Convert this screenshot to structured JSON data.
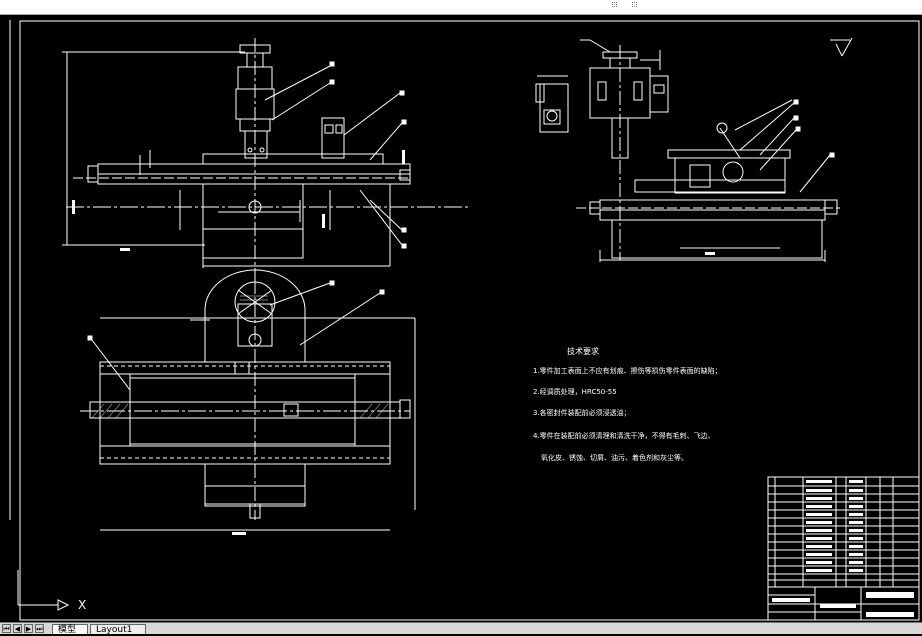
{
  "tabs": [
    {
      "label": "模型",
      "active": true
    },
    {
      "label": "Layout1",
      "active": false
    }
  ],
  "ucs": {
    "x_label": "X"
  },
  "drawing": {
    "tech_requirements": {
      "title": "技术要求",
      "lines": [
        "1.零件加工表面上不应有划痕、擦伤等损伤零件表面的缺陷；",
        "2.经调质处理，HRC50-55",
        "3.各密封件装配前必须浸透油；",
        "4.零件在装配前必须清理和清洗干净，不得有毛刺、飞边、",
        "氧化皮、锈蚀、切屑、油污、着色剂和灰尘等。"
      ]
    }
  },
  "colors": {
    "background": "#000000",
    "lines": "#ffffff"
  },
  "icons": [
    "ucs-icon",
    "first-tab-icon",
    "prev-tab-icon",
    "next-tab-icon",
    "last-tab-icon"
  ]
}
